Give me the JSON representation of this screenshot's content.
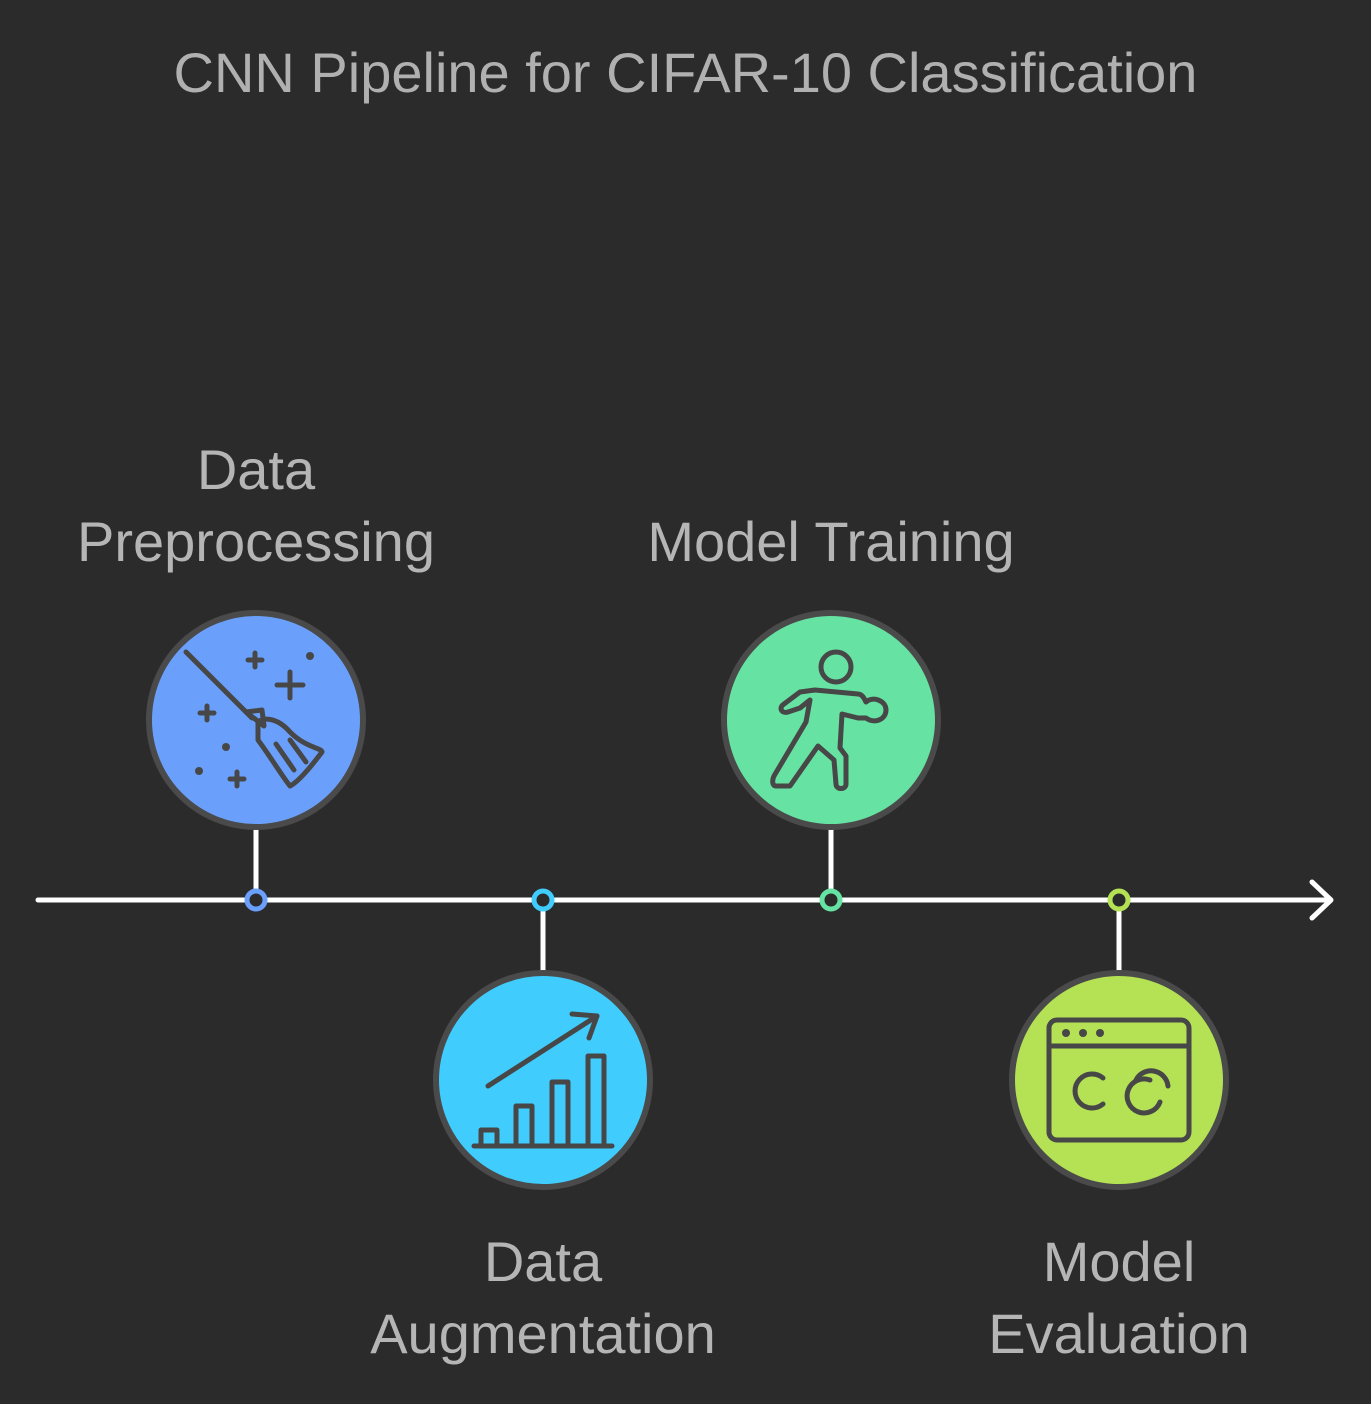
{
  "title": "CNN Pipeline for CIFAR-10 Classification",
  "colors": {
    "background": "#2b2b2b",
    "axis": "#ffffff",
    "outline": "#4a4a4a"
  },
  "stages": [
    {
      "label": "Data\nPreprocessing",
      "color": "#6aa0fb",
      "icon": "broom-sparkle-icon"
    },
    {
      "label": "Data\nAugmentation",
      "color": "#40cdfd",
      "icon": "bar-chart-growth-icon"
    },
    {
      "label": "Model Training",
      "color": "#66e2a2",
      "icon": "person-boxing-icon"
    },
    {
      "label": "Model\nEvaluation",
      "color": "#b4e254",
      "icon": "browser-window-icon"
    }
  ]
}
